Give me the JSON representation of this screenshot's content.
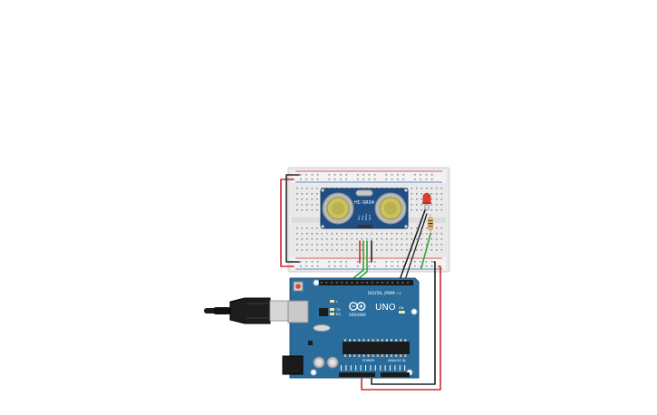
{
  "sensor": {
    "model": "HC-SR04",
    "pins": [
      "Vcc",
      "Trig",
      "Echo",
      "Gnd"
    ]
  },
  "arduino": {
    "brand": "ARDUINO",
    "model": "UNO",
    "digital_header": "DIGITAL (PWM ~)",
    "power_header": "POWER",
    "analog_header": "ANALOG IN",
    "tx_label": "TX",
    "rx_label": "RX",
    "l_label": "L",
    "on_label": "ON"
  },
  "colors": {
    "board": "#2a6d9c",
    "breadboard": "#e8e8e8",
    "sensor_pcb": "#1f4f86",
    "wire_red": "#d3282d",
    "wire_black": "#222222",
    "wire_green": "#3aa23a",
    "led": "#e23b2e",
    "usb_cable": "#1a1a1a"
  }
}
